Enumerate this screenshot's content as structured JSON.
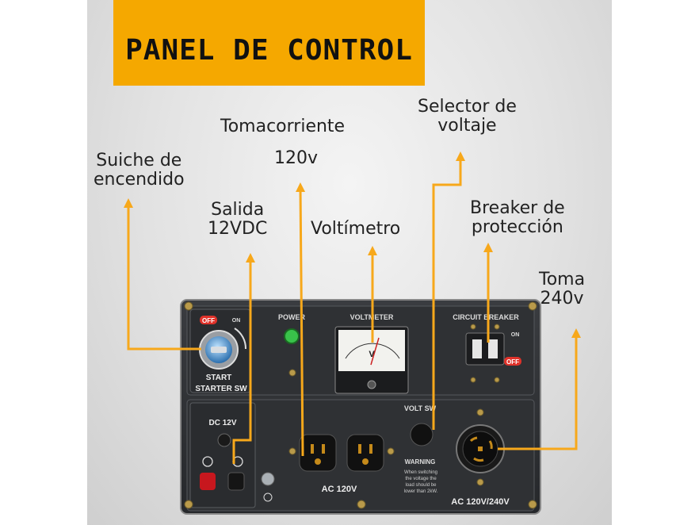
{
  "title": "PANEL DE CONTROL",
  "callouts": {
    "suiche": [
      "Suiche de",
      "encendido"
    ],
    "salida": [
      "Salida",
      "12VDC"
    ],
    "tomacorriente": "Tomacorriente",
    "tomacorriente_v": "120v",
    "voltimetro": "Voltímetro",
    "selector": [
      "Selector de",
      "voltaje"
    ],
    "breaker": [
      "Breaker de",
      "protección"
    ],
    "toma240": [
      "Toma",
      "240v"
    ]
  },
  "panel": {
    "power": "POWER",
    "voltmeter": "VOLTMETER",
    "circuit_breaker": "CIRCUIT BREAKER",
    "off_badge": "OFF",
    "on_label": "ON",
    "start": "START",
    "starter_sw": "STARTER SW",
    "dc12v": "DC 12V",
    "volt_sw": "VOLT SW",
    "warning_title": "WARNING",
    "warning_lines": [
      "When switching",
      "the voltage the",
      "load should be",
      "lower than 2kW."
    ],
    "ac120": "AC 120V",
    "ac120_240": "AC 120V/240V",
    "breaker_on": "ON",
    "breaker_off": "OFF",
    "meter_v": "V"
  },
  "colors": {
    "accent": "#f5a800",
    "arrow": "#f7a81b",
    "panel": "#2c2e31"
  }
}
